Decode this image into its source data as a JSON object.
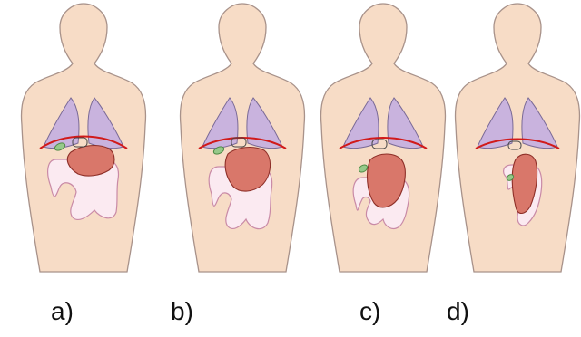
{
  "figure": {
    "panels": [
      {
        "id": "a",
        "label": "a)",
        "variant": "normal"
      },
      {
        "id": "b",
        "label": "b)",
        "variant": "mild"
      },
      {
        "id": "c",
        "label": "c)",
        "variant": "moderate"
      },
      {
        "id": "d",
        "label": "d)",
        "variant": "severe"
      }
    ],
    "colors": {
      "skin_fill": "#f7dcc6",
      "skin_stroke": "#a8928a",
      "lung_fill": "#c9b3de",
      "lung_stroke": "#7a6a96",
      "diaphragm": "#d11a1a",
      "stomach_fill": "#d9776a",
      "stomach_stroke": "#8e2f28",
      "colon_fill": "#fbeaf1",
      "colon_stroke": "#c98aa6",
      "gallbladder_fill": "#96c98a",
      "gallbladder_stroke": "#4f8a45",
      "label_text": "#111111"
    }
  }
}
